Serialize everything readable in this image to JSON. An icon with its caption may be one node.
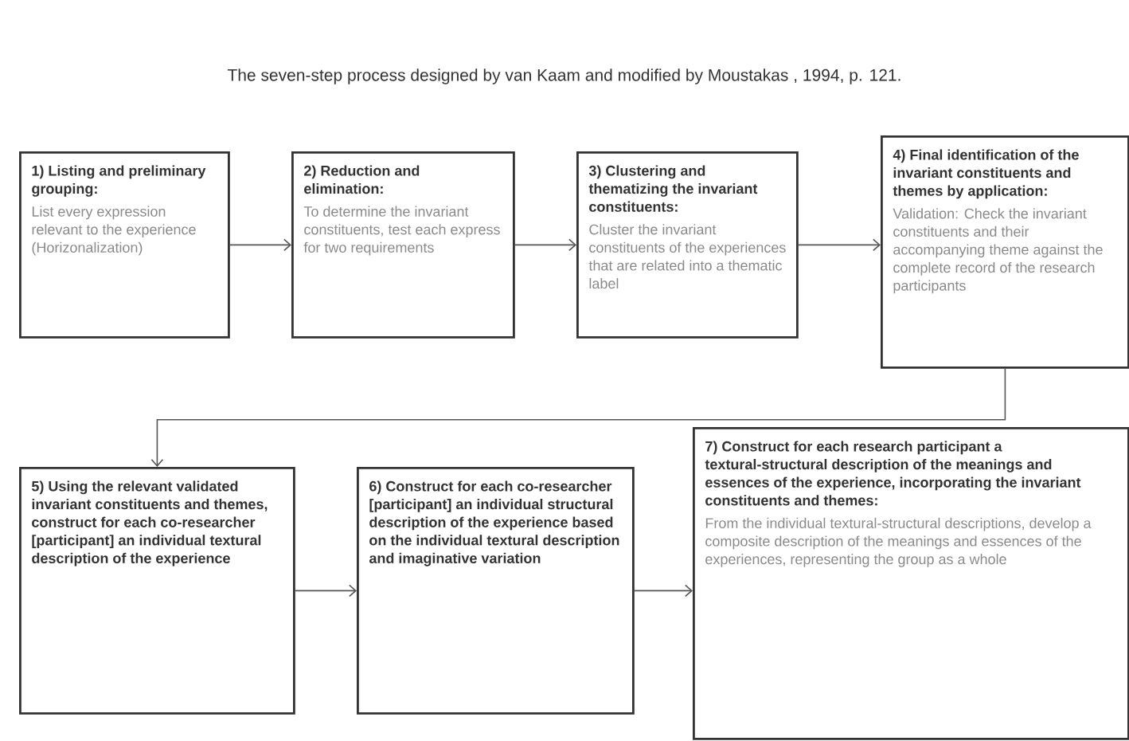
{
  "diagram": {
    "title": "The seven-step process designed by van Kaam and modified by Moustakas , 1994,  p. 121.",
    "nodes": [
      {
        "text": [
          "1) Listing and preliminary grouping:",
          "List every expression relevant to the experience (Horizonalization)"
        ]
      },
      {
        "text": [
          "2) Reduction and elimination:",
          "To determine the invariant constituents, test each express for two requirements"
        ]
      },
      {
        "text": [
          "3) Clustering and thematizing the invariant constituents:",
          "Cluster the invariant constituents of the experiences that are related into a thematic label"
        ]
      },
      {
        "text": [
          "4) Final identification of the invariant constituents and themes by application:",
          "Validation: Check the invariant constituents and their accompanying theme against the complete record of the research participants"
        ]
      },
      {
        "text": [
          "5) Using the relevant validated invariant constituents and themes, construct for each co-researcher [participant] an individual textural description of the experience"
        ]
      },
      {
        "text": [
          "6) Construct for each co-researcher [participant] an individual structural description of the experience based on the individual textural description and imaginative variation"
        ]
      },
      {
        "text": [
          "7) Construct for each research participant a textural-structural description of the meanings and essences of the experience, incorporating the invariant constituents and themes:",
          "From the individual textural-structural descriptions, develop a composite description of the meanings and essences of the experiences, representing the group as a whole"
        ]
      }
    ],
    "edges": [
      {
        "from": 0,
        "to": 1,
        "arrow": "to"
      },
      {
        "from": 1,
        "to": 2,
        "arrow": "to"
      },
      {
        "from": 2,
        "to": 3,
        "arrow": "to"
      },
      {
        "from": 3,
        "to": 4,
        "arrow": "to"
      },
      {
        "from": 4,
        "to": 5,
        "arrow": "to"
      },
      {
        "from": 5,
        "to": 6,
        "arrow": "to"
      }
    ]
  }
}
